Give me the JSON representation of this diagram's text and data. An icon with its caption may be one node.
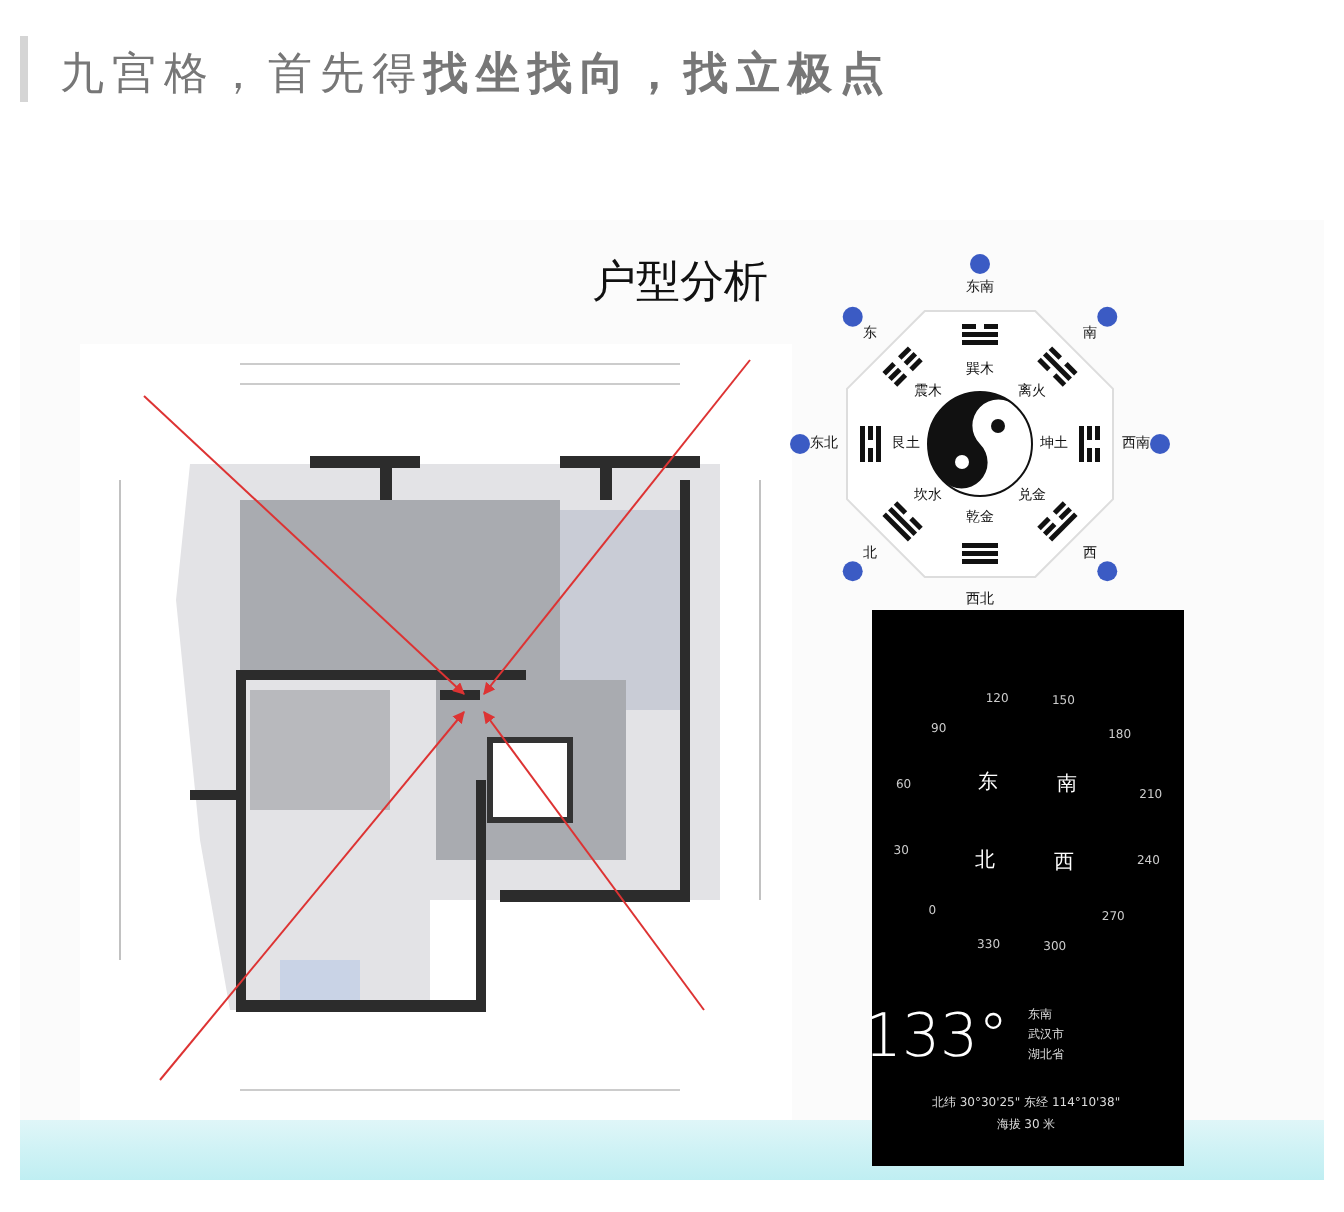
{
  "diagram": {
    "title": "九宫格，首先得**找坐找向，找立极点**",
    "labels": [
      "户型分析",
      "东南",
      "巽木",
      "东",
      "南",
      "震木",
      "离火",
      "东北",
      "艮土",
      "坤土",
      "西南",
      "坎水",
      "兑金",
      "北",
      "西",
      "乾金",
      "西北",
      "120",
      "150",
      "90",
      "180",
      "东",
      "南",
      "60",
      "210",
      "30",
      "240",
      "北",
      "西",
      "0",
      "270",
      "330",
      "300",
      "133°",
      "东南",
      "武汉市",
      "湖北省",
      "北纬 30°30'25\" 东经 114°10'38\"",
      "海拔 30 米"
    ]
  }
}
